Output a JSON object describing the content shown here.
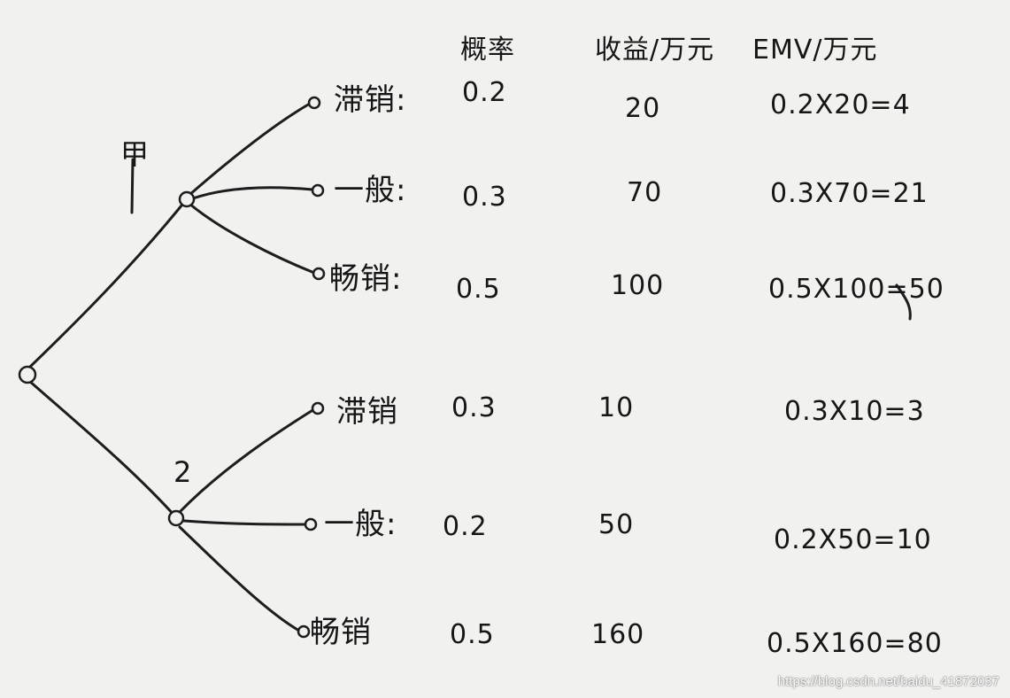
{
  "headers": {
    "prob": "概率",
    "gain": "收益/万元",
    "emv": "EMV/万元"
  },
  "branches": [
    {
      "tag": "甲",
      "outcomes": [
        {
          "label": "滞销:",
          "prob": "0.2",
          "gain": "20",
          "emv": "0.2X20=4"
        },
        {
          "label": "一般:",
          "prob": "0.3",
          "gain": "70",
          "emv": "0.3X70=21"
        },
        {
          "label": "畅销:",
          "prob": "0.5",
          "gain": "100",
          "emv": "0.5X100=50"
        }
      ]
    },
    {
      "tag": "2",
      "outcomes": [
        {
          "label": "滞销",
          "prob": "0.3",
          "gain": "10",
          "emv": "0.3X10=3"
        },
        {
          "label": "一般:",
          "prob": "0.2",
          "gain": "50",
          "emv": "0.2X50=10"
        },
        {
          "label": "畅销",
          "prob": "0.5",
          "gain": "160",
          "emv": "0.5X160=80"
        }
      ]
    }
  ],
  "watermark": "https://blog.csdn.net/baidu_41872037"
}
